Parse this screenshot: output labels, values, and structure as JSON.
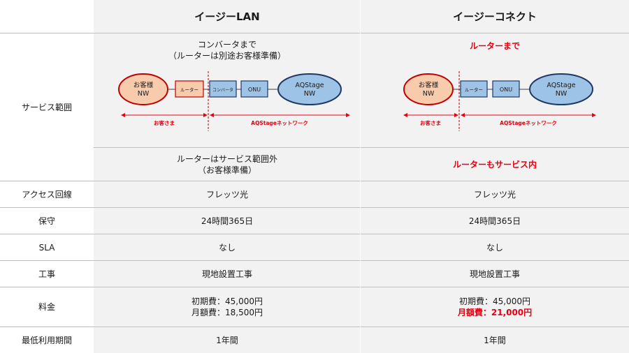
{
  "header": {
    "col1_title": "イージーLAN",
    "col2_title": "イージーコネクト"
  },
  "rows": {
    "service_scope": {
      "label": "サービス範囲",
      "col1_caption_line1": "コンバータまで",
      "col1_caption_line2": "（ルーターは別途お客様準備）",
      "col2_caption": "ルーターまで",
      "col1_note_line1": "ルーターはサービス範囲外",
      "col1_note_line2": "（お客様準備）",
      "col2_note": "ルーターもサービス内"
    },
    "access": {
      "label": "アクセス回線",
      "col1": "フレッツ光",
      "col2": "フレッツ光"
    },
    "maintenance": {
      "label": "保守",
      "col1": "24時間365日",
      "col2": "24時間365日"
    },
    "sla": {
      "label": "SLA",
      "col1": "なし",
      "col2": "なし"
    },
    "construction": {
      "label": "工事",
      "col1": "現地設置工事",
      "col2": "現地設置工事"
    },
    "fee": {
      "label": "料金",
      "col1_initial": "初期費：45,000円",
      "col1_monthly": "月額費：18,500円",
      "col2_initial": "初期費：45,000円",
      "col2_monthly": "月額費：21,000円"
    },
    "min_period": {
      "label": "最低利用期間",
      "col1": "1年間",
      "col2": "1年間"
    }
  },
  "diagram": {
    "customer_nw_line1": "お客様",
    "customer_nw_line2": "NW",
    "router": "ルーター",
    "converter": "コンバータ",
    "onu": "ONU",
    "aq_nw_line1": "AQStage",
    "aq_nw_line2": "NW",
    "customer_range": "お客さま",
    "aq_range": "AQStageネットワーク"
  },
  "colors": {
    "accent_red": "#e60012",
    "pink_fill": "#f8cbad",
    "blue_fill": "#9dc3e6",
    "cell_gray": "#f2f2f2"
  }
}
